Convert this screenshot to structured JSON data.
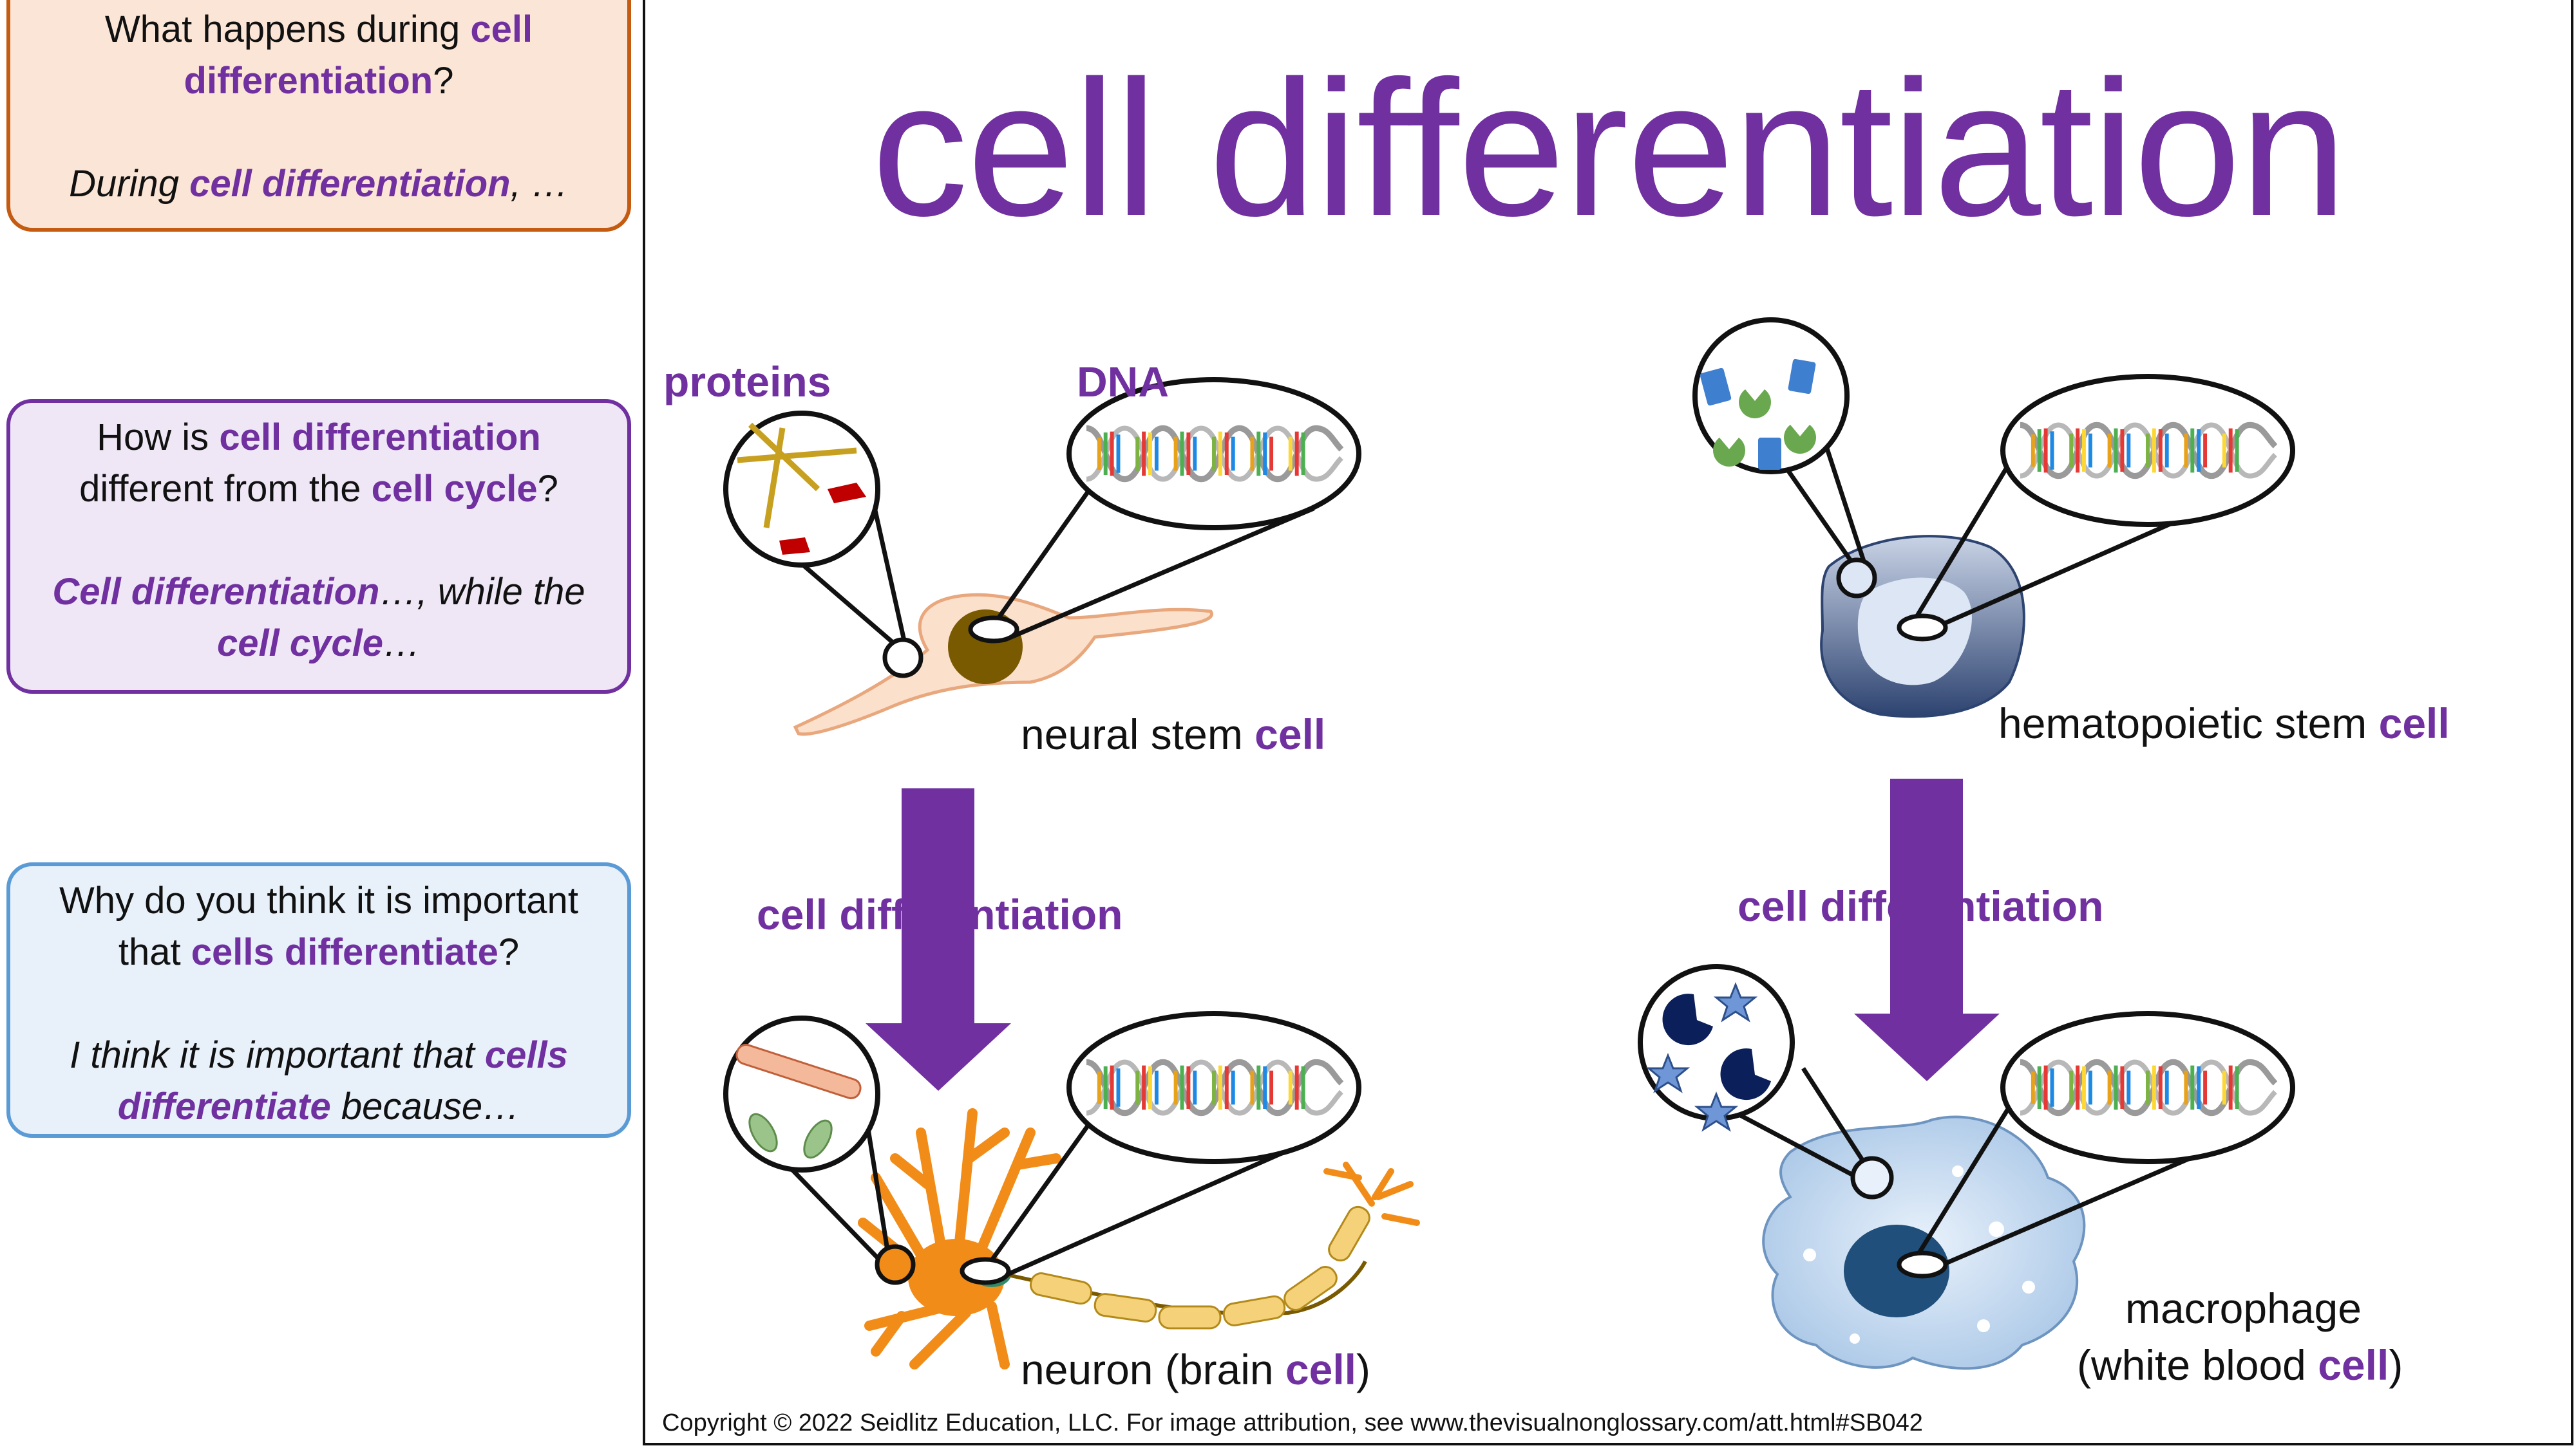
{
  "title": "cell differentiation",
  "questions": [
    {
      "prompt_pre": "What happens during ",
      "prompt_term": "cell differentiation",
      "prompt_post": "?",
      "stem_pre": "During ",
      "stem_term": "cell differentiation",
      "stem_post": ", …"
    },
    {
      "prompt_pre": "How is ",
      "prompt_term": "cell differentiation",
      "prompt_mid": " different from the ",
      "prompt_term2": "cell cycle",
      "prompt_post": "?",
      "stem_term": "Cell differentiation",
      "stem_mid": "…, while the ",
      "stem_term2": "cell cycle",
      "stem_post": "…"
    },
    {
      "prompt_pre": "Why do you think it is important that ",
      "prompt_term": "cells differentiate",
      "prompt_post": "?",
      "stem_pre": "I think it is important that ",
      "stem_term": "cells differentiate",
      "stem_post": " because…"
    }
  ],
  "diagram": {
    "proteins_label": "proteins",
    "dna_label": "DNA",
    "neural_stem": {
      "pre": "neural stem ",
      "term": "cell"
    },
    "hematopoietic_stem": {
      "pre": "hematopoietic stem ",
      "term": "cell"
    },
    "arrow_left_label": "cell differentiation",
    "arrow_right_label": "cell differentiation",
    "neuron": {
      "pre": "neuron (brain ",
      "term": "cell",
      "post": ")"
    },
    "macrophage_line1": "macrophage",
    "macrophage": {
      "pre": "(white blood ",
      "term": "cell",
      "post": ")"
    }
  },
  "colors": {
    "accent_purple": "#7030a0",
    "box1_border": "#c55a11",
    "box2_border": "#7030a0",
    "box3_border": "#5b9bd5"
  },
  "copyright": "Copyright © 2022 Seidlitz Education, LLC.  For image attribution, see www.thevisualnonglossary.com/att.html#SB042"
}
